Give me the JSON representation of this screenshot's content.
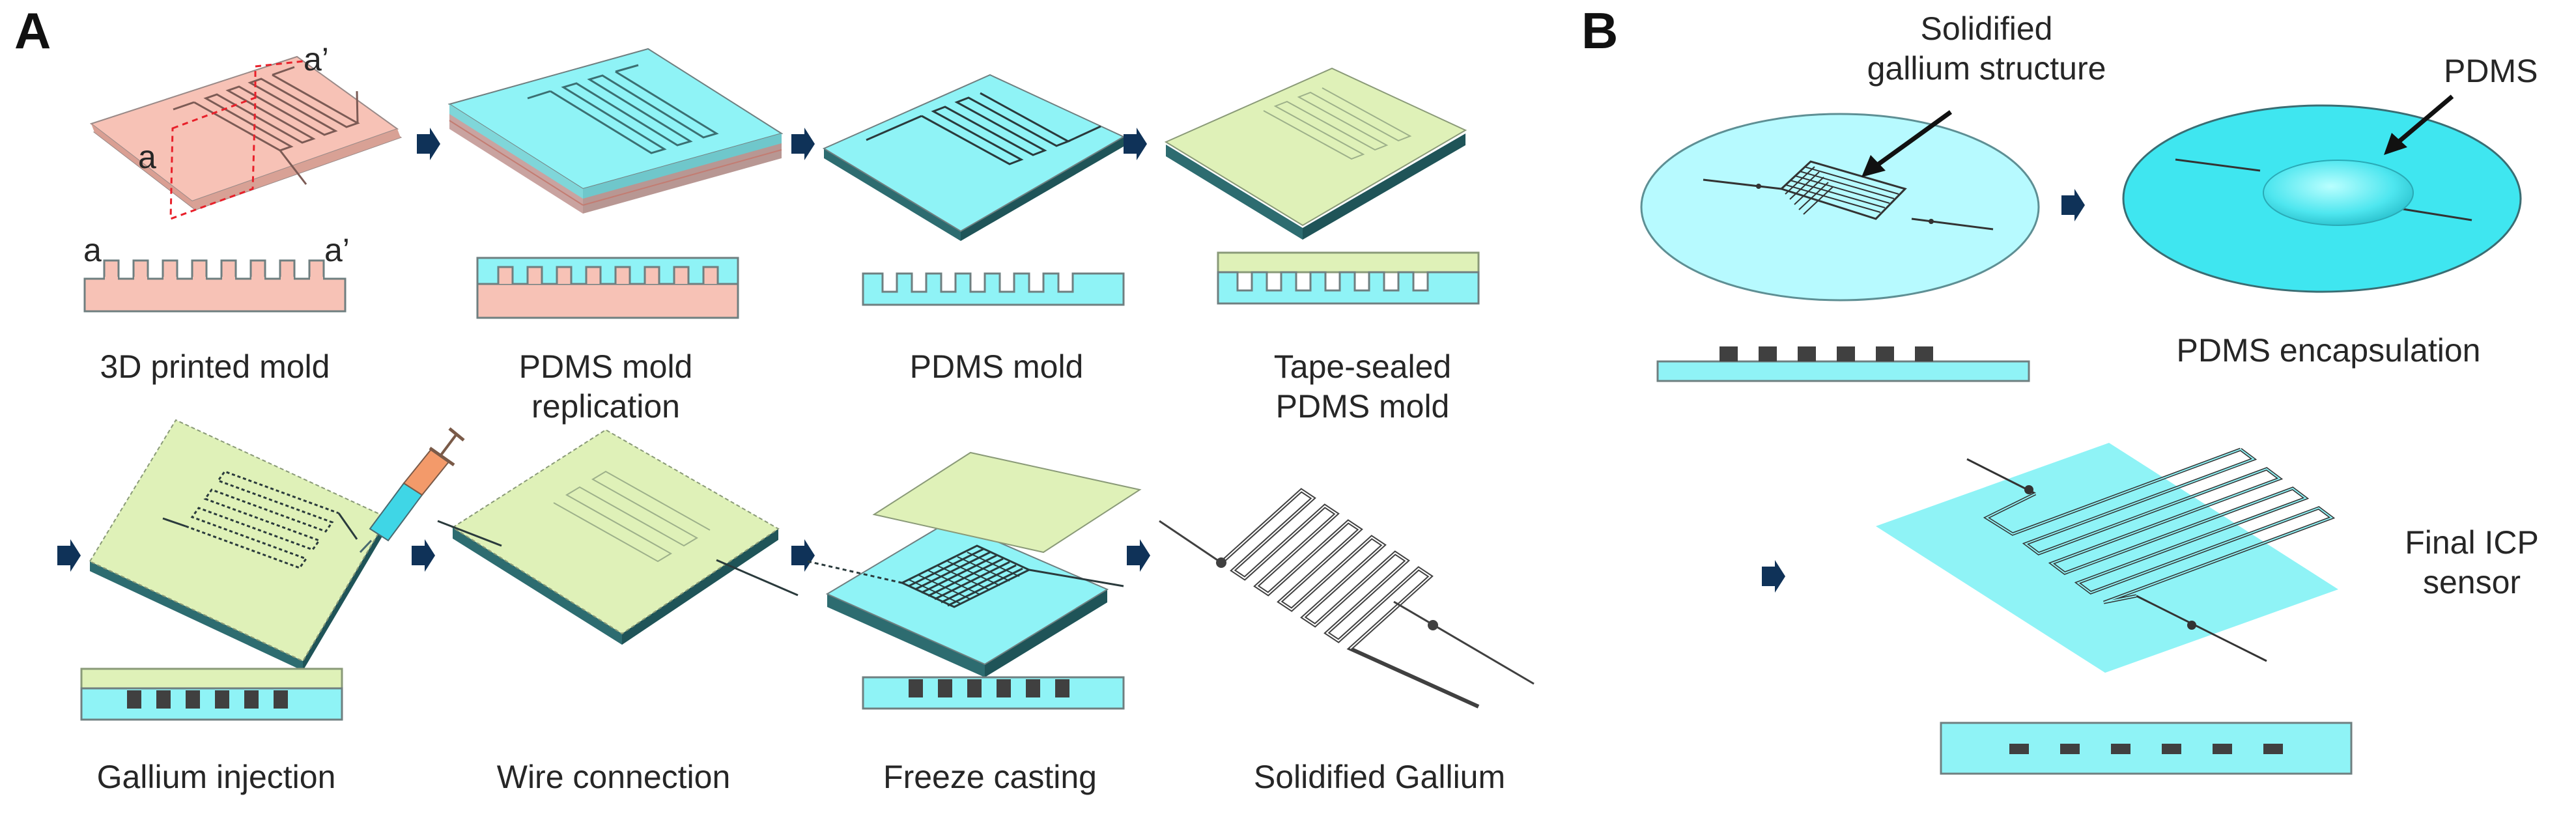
{
  "panels": {
    "a": "A",
    "b": "B"
  },
  "section_marks": {
    "a": "a",
    "a_prime": "a’"
  },
  "steps": [
    {
      "id": "3d-printed-mold",
      "caption": "3D printed mold"
    },
    {
      "id": "pdms-mold-replication",
      "caption": "PDMS mold\nreplication"
    },
    {
      "id": "pdms-mold",
      "caption": "PDMS mold"
    },
    {
      "id": "tape-sealed-pdms-mold",
      "caption": "Tape-sealed\nPDMS mold"
    },
    {
      "id": "gallium-injection",
      "caption": "Gallium injection"
    },
    {
      "id": "wire-connection",
      "caption": "Wire connection"
    },
    {
      "id": "freeze-casting",
      "caption": "Freeze casting"
    },
    {
      "id": "solidified-gallium",
      "caption": "Solidified Gallium"
    }
  ],
  "panel_b": {
    "solidified_structure_label": "Solidified\ngallium structure",
    "pdms_label": "PDMS",
    "encapsulation_caption": "PDMS encapsulation",
    "final_sensor_caption": "Final ICP\nsensor"
  },
  "colors": {
    "mold_pink": "#f7c2b6",
    "pdms_cyan": "#8ff3f6",
    "tape_green": "#dff1b8",
    "dark_side": "#1f5458",
    "arrow_navy": "#0f3258",
    "outline": "#6f7f80",
    "section_red": "#e8202a"
  }
}
